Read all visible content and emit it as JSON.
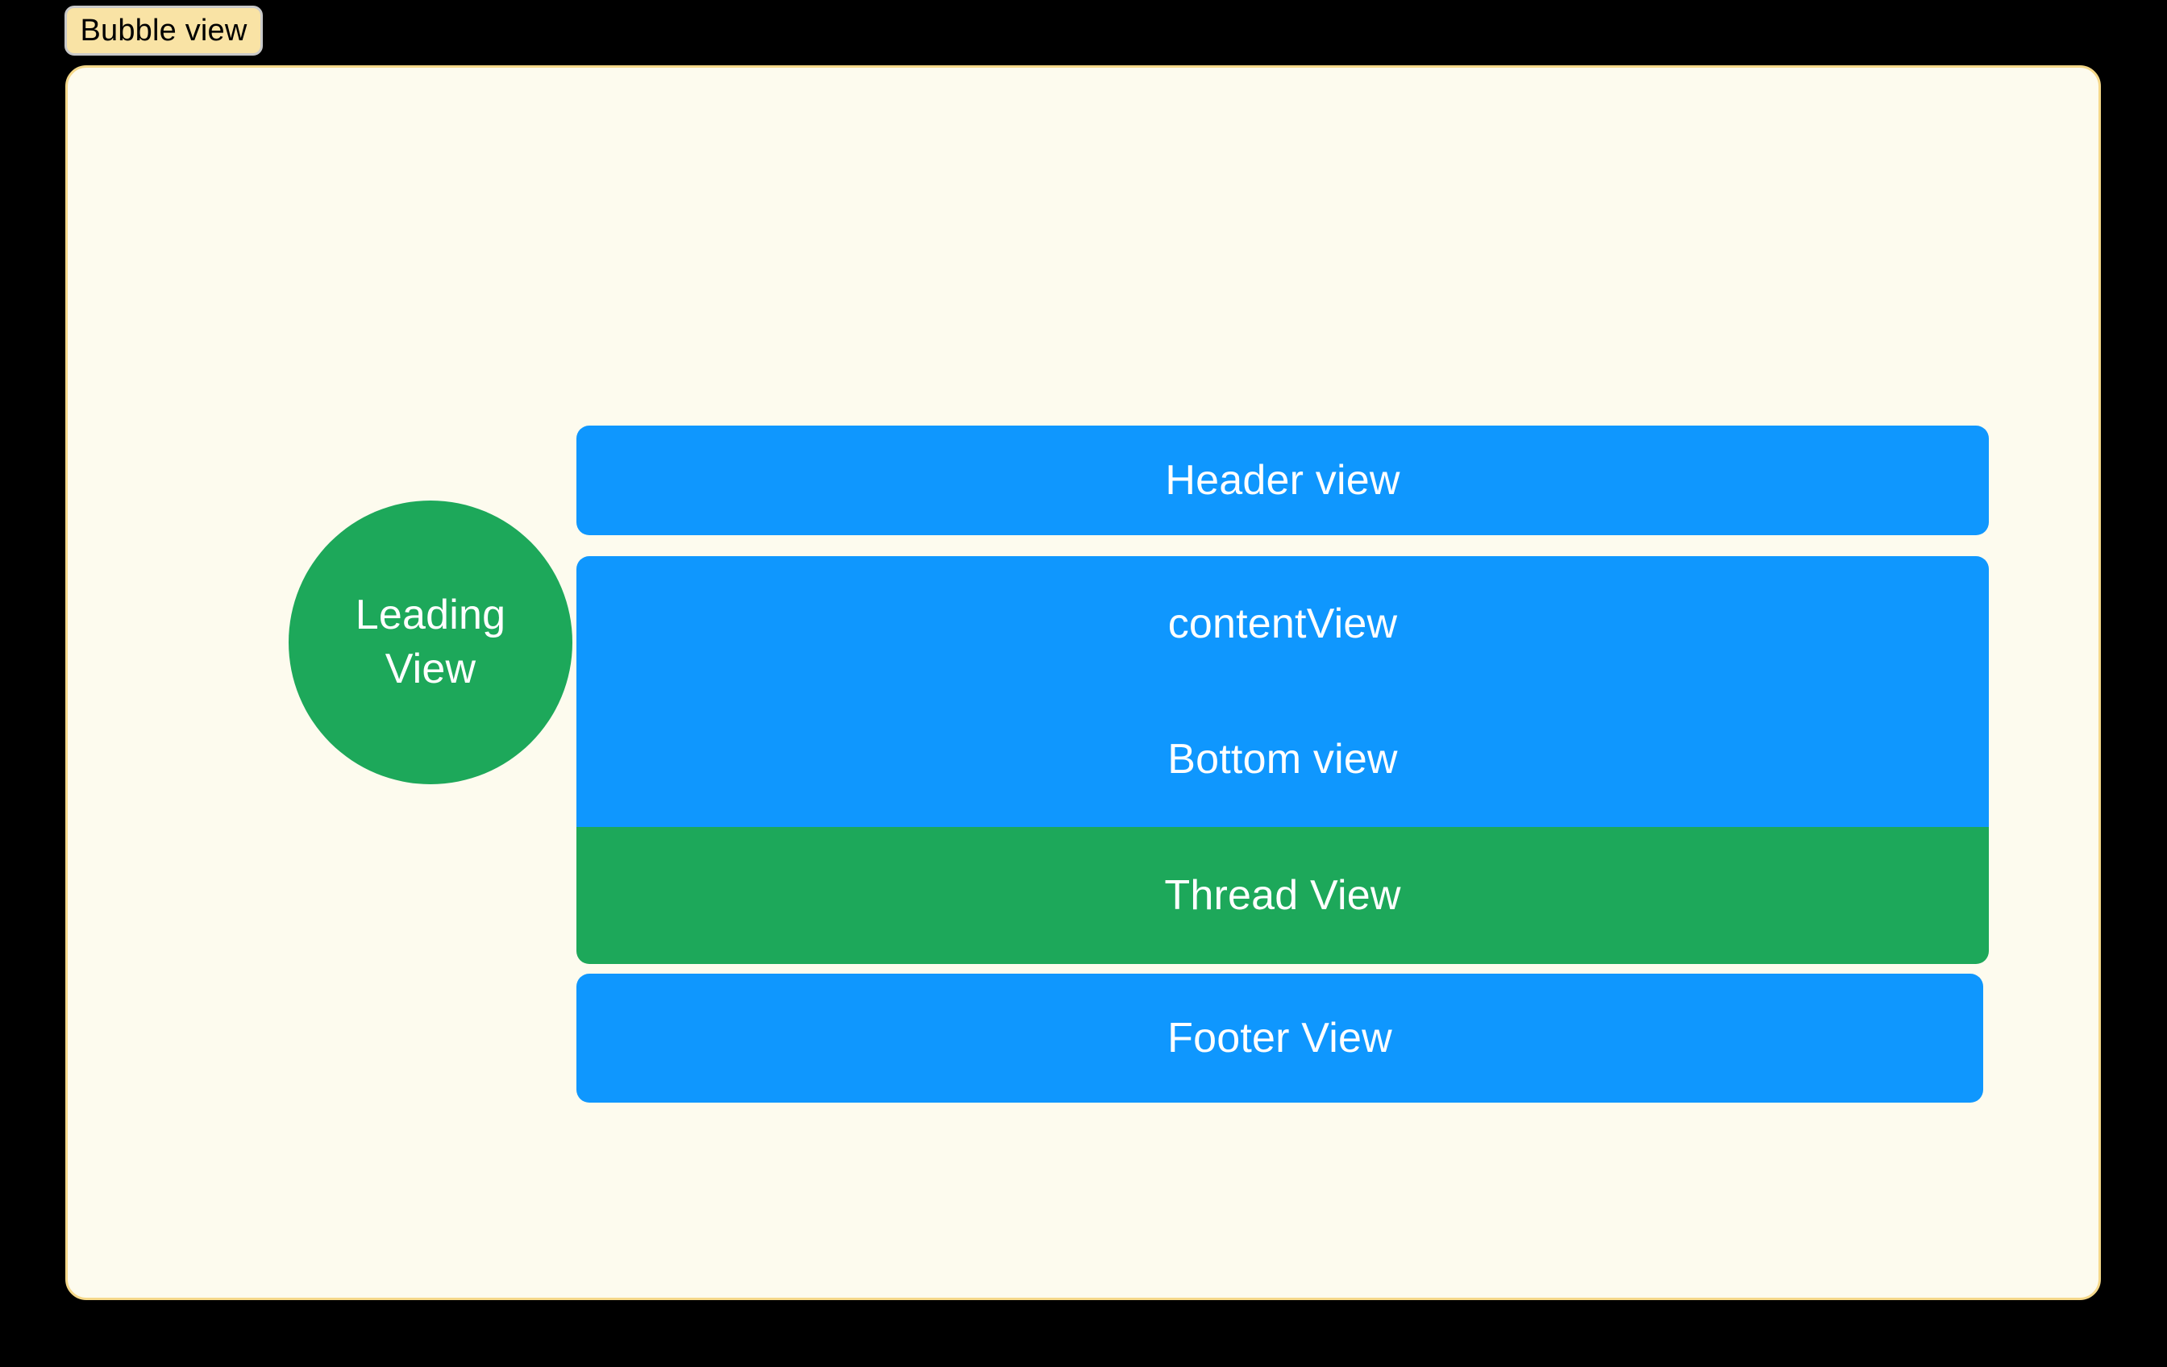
{
  "page": {
    "background_color": "#000000"
  },
  "tag": {
    "label": "Bubble view",
    "background_color": "#F9E3A5",
    "border_color": "#C9C9C9",
    "text_color": "#000000"
  },
  "canvas": {
    "background_color": "#FDFBEE",
    "border_color": "#F5D88A"
  },
  "leading_view": {
    "line1": "Leading",
    "line2": "View",
    "shape": "circle",
    "color": "#1DA85A",
    "text_color": "#FFFFFF"
  },
  "stack": {
    "bars": [
      {
        "label": "Header view",
        "color": "#0F97FE",
        "text_color": "#FFFFFF",
        "corners": "all"
      },
      {
        "label": "contentView",
        "color": "#0F97FE",
        "text_color": "#FFFFFF",
        "corners": "top"
      },
      {
        "label": "Bottom view",
        "color": "#0F97FE",
        "text_color": "#FFFFFF",
        "corners": "none"
      },
      {
        "label": "Thread View",
        "color": "#1DA85A",
        "text_color": "#FFFFFF",
        "corners": "bottom"
      },
      {
        "label": "Footer View",
        "color": "#0F97FE",
        "text_color": "#FFFFFF",
        "corners": "all"
      }
    ]
  }
}
